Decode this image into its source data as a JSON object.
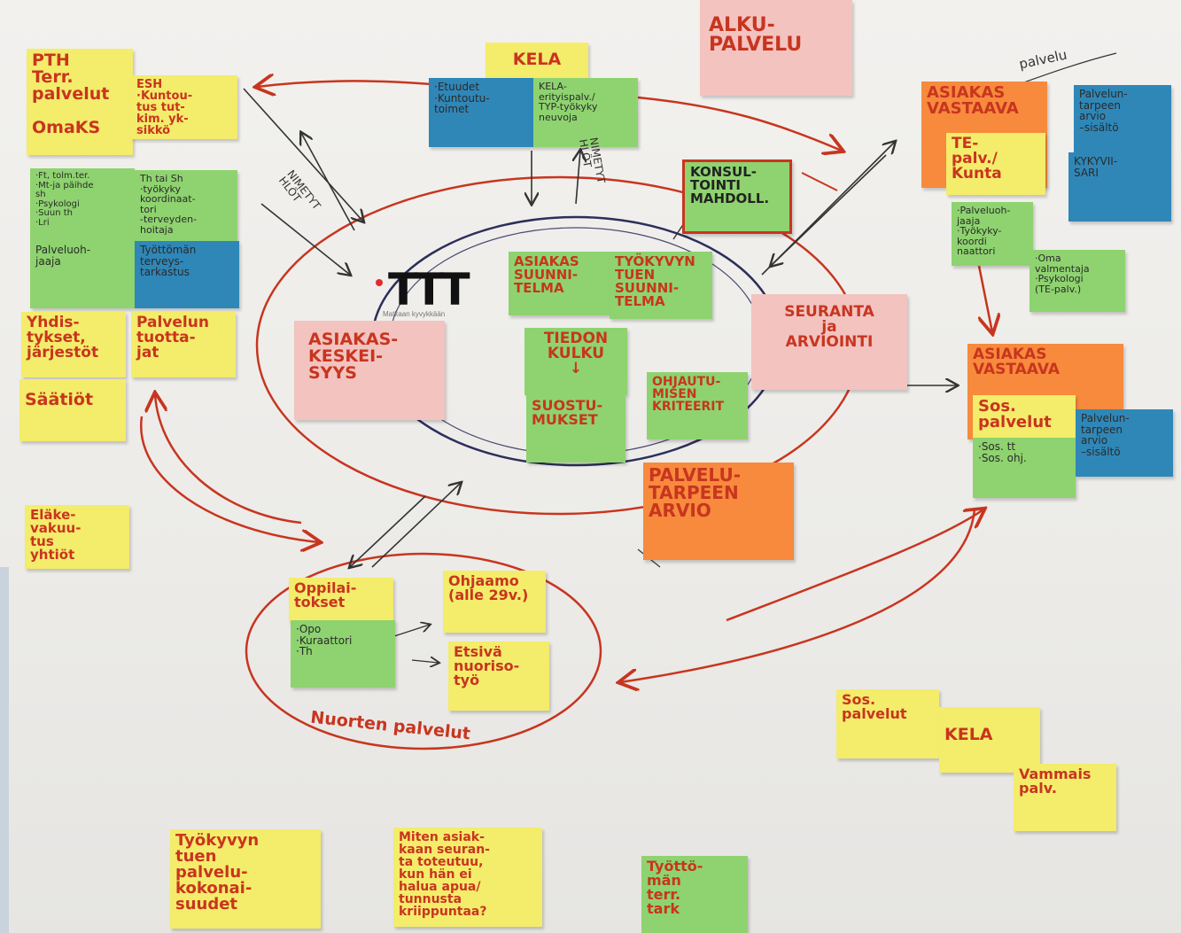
{
  "notes": {
    "pth": "PTH\nTerr.\npalvelut\n\nOmaKS",
    "esh": "ESH\n·Kuntou-\ntus tut-\nkim. yk-\nsikkö",
    "ft_list": "·Ft, tolm.ter.\n·Mt-ja päihde\nsh\n·Psykologi\n·Suun th\n·Lri",
    "th_sh": "Th tai Sh\n·työkyky\nkoordinaat-\ntori\n-terveyden-\nhoitaja",
    "palveluohjaaja_left": "Palveluoh-\njaaja",
    "tyottoman": "Työttömän\nterveys-\ntarkastus",
    "yhdistykset": "Yhdis-\ntykset,\njärjestöt",
    "palvelun_tuottajat": "Palvelun\ntuotta-\njat",
    "saatiot": "Säätiöt",
    "elakevakuutus": "Eläke-\nvakuu-\ntus\nyhtiöt",
    "kela_top": "KELA",
    "etuudet": "·Etuudet\n·Kuntoutu-\ntoimet",
    "kela_erityis": "KELA-\nerityispalv./\nTYP-työkyky\nneuvoja",
    "alkupalvelu": "ALKU-\nPALVELU",
    "konsultointi": "KONSUL-\nTOINTI\nMAHDOLL.",
    "asiakas_vastaava_te": "ASIAKAS\nVASTAAVA",
    "te_palvelut": "TE-\npalv./\nKunta",
    "palvelun_tarpeen_arvio_top": "Palvelun-\ntarpeen\narvio\n–sisältö",
    "kykyvii": "KYKYVII-\nSARI",
    "palveluohjaaja_right": "·Palveluoh-\njaaja\n·Työkyky-\nkoordi\nnaattori",
    "oma_valmentaja": "·Oma\nvalmentaja\n·Psykologi\n(TE-palv.)",
    "asiakassuunnitelma": "ASIAKAS\nSUUNNI-\nTELMA",
    "tyokyvyn_tuen": "TYÖKYVYN\nTUEN\nSUUNNI-\nTELMA",
    "tiedon_kulku": "TIEDON\nKULKU\n↓",
    "suostumukset": "SUOSTU-\nMUKSET",
    "ohjautumisen": "OHJAUTU-\nMISEN\nKRITEERIT",
    "asiakaskeskeisyys": "ASIAKAS-\nKESKEI-\nSYYS",
    "seuranta": "SEURANTA\nja\nARVIOINTI",
    "palvelutarpeen_arvio": "PALVELU-\nTARPEEN\nARVIO",
    "asiakas_vastaava_sos": "ASIAKAS\nVASTAAVA",
    "sos_palvelut": "Sos.\npalvelut",
    "sos_list": "·Sos. tt\n·Sos. ohj.",
    "palvelun_tarpeen_arvio_bottom": "Palvelun-\ntarpeen\narvio\n–sisältö",
    "oppilaitokset": "Oppilai-\ntokset",
    "opo_list": "·Opo\n·Kuraattori\n·Th",
    "ohjaamo": "Ohjaamo\n(alle 29v.)",
    "etsiva": "Etsivä\nnuoriso-\ntyö",
    "sos_palvelut_bottom": "Sos.\npalvelut",
    "kela_bottom": "KELA",
    "vammaispalv": "Vammais\npalv.",
    "tyokyvyn_tuen_palvelu": "Työkyvyn\ntuen\npalvelu-\nkokonai-\nsuudet",
    "miten_asiakkaan": "Miten asiak-\nkaan seuran-\nta toteutuu,\nkun hän ei\nhalua apua/\ntunnusta\nkriippuntaa?",
    "tyottomien": "Työttö-\nmän\nterr.\ntark"
  },
  "handwriting": {
    "nimetyt_left": "NIMETYT\nHLÖT",
    "nimetyt_top": "NIMETYT\nHLÖT",
    "nuorten_palvelut": "Nuorten palvelut",
    "palvelu_top": "palvelu",
    "logo": "TTT",
    "logo_sub": "Matkaan kyvykkään"
  },
  "colors": {
    "yellow": "#f4ec6b",
    "green": "#8ed36f",
    "blue": "#2f87b8",
    "orange": "#f78a3d",
    "pink": "#f3c3c0",
    "ink_red": "#c8351f",
    "ink_dark": "#333333"
  }
}
